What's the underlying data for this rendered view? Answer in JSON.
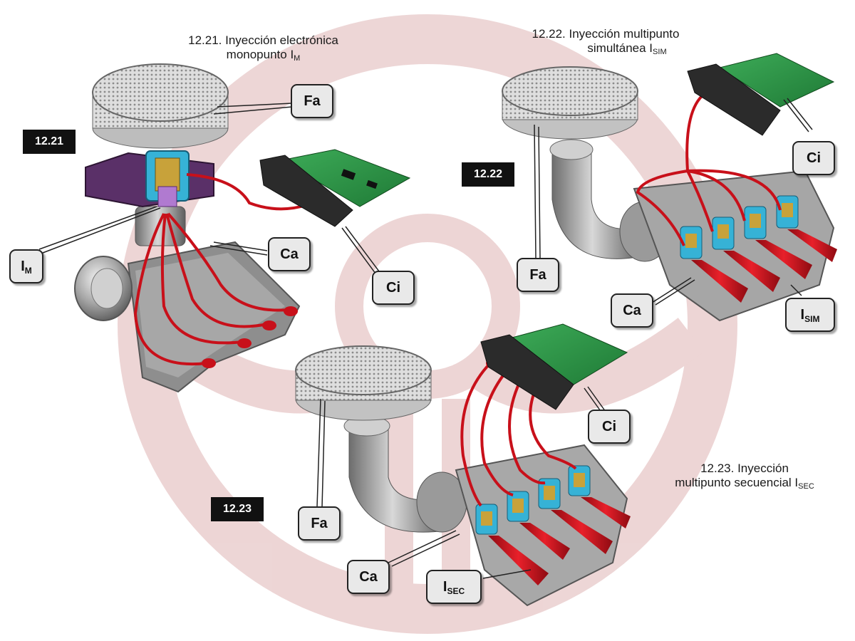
{
  "diagrams": {
    "d21": {
      "badge": "12.21",
      "title_line1": "12.21. Inyección electrónica",
      "title_line2": "monopunto I",
      "title_line2_sub": "M"
    },
    "d22": {
      "badge": "12.22",
      "title_line1": "12.22. Inyección multipunto",
      "title_line2": "simultánea I",
      "title_line2_sub": "SIM"
    },
    "d23": {
      "badge": "12.23",
      "title_line1": "12.23. Inyección",
      "title_line2": "multipunto secuencial I",
      "title_line2_sub": "SEC"
    }
  },
  "callouts": {
    "fa": "Fa",
    "ci": "Ci",
    "ca": "Ca",
    "i": "I",
    "im_sub": "M",
    "isim_sub": "SIM",
    "isec_sub": "SEC"
  },
  "colors": {
    "pipe_red": "#c8101a",
    "board_green": "#2f9a4a",
    "metal_gray": "#a9a9a9",
    "watermark": "#d9a3a3"
  }
}
